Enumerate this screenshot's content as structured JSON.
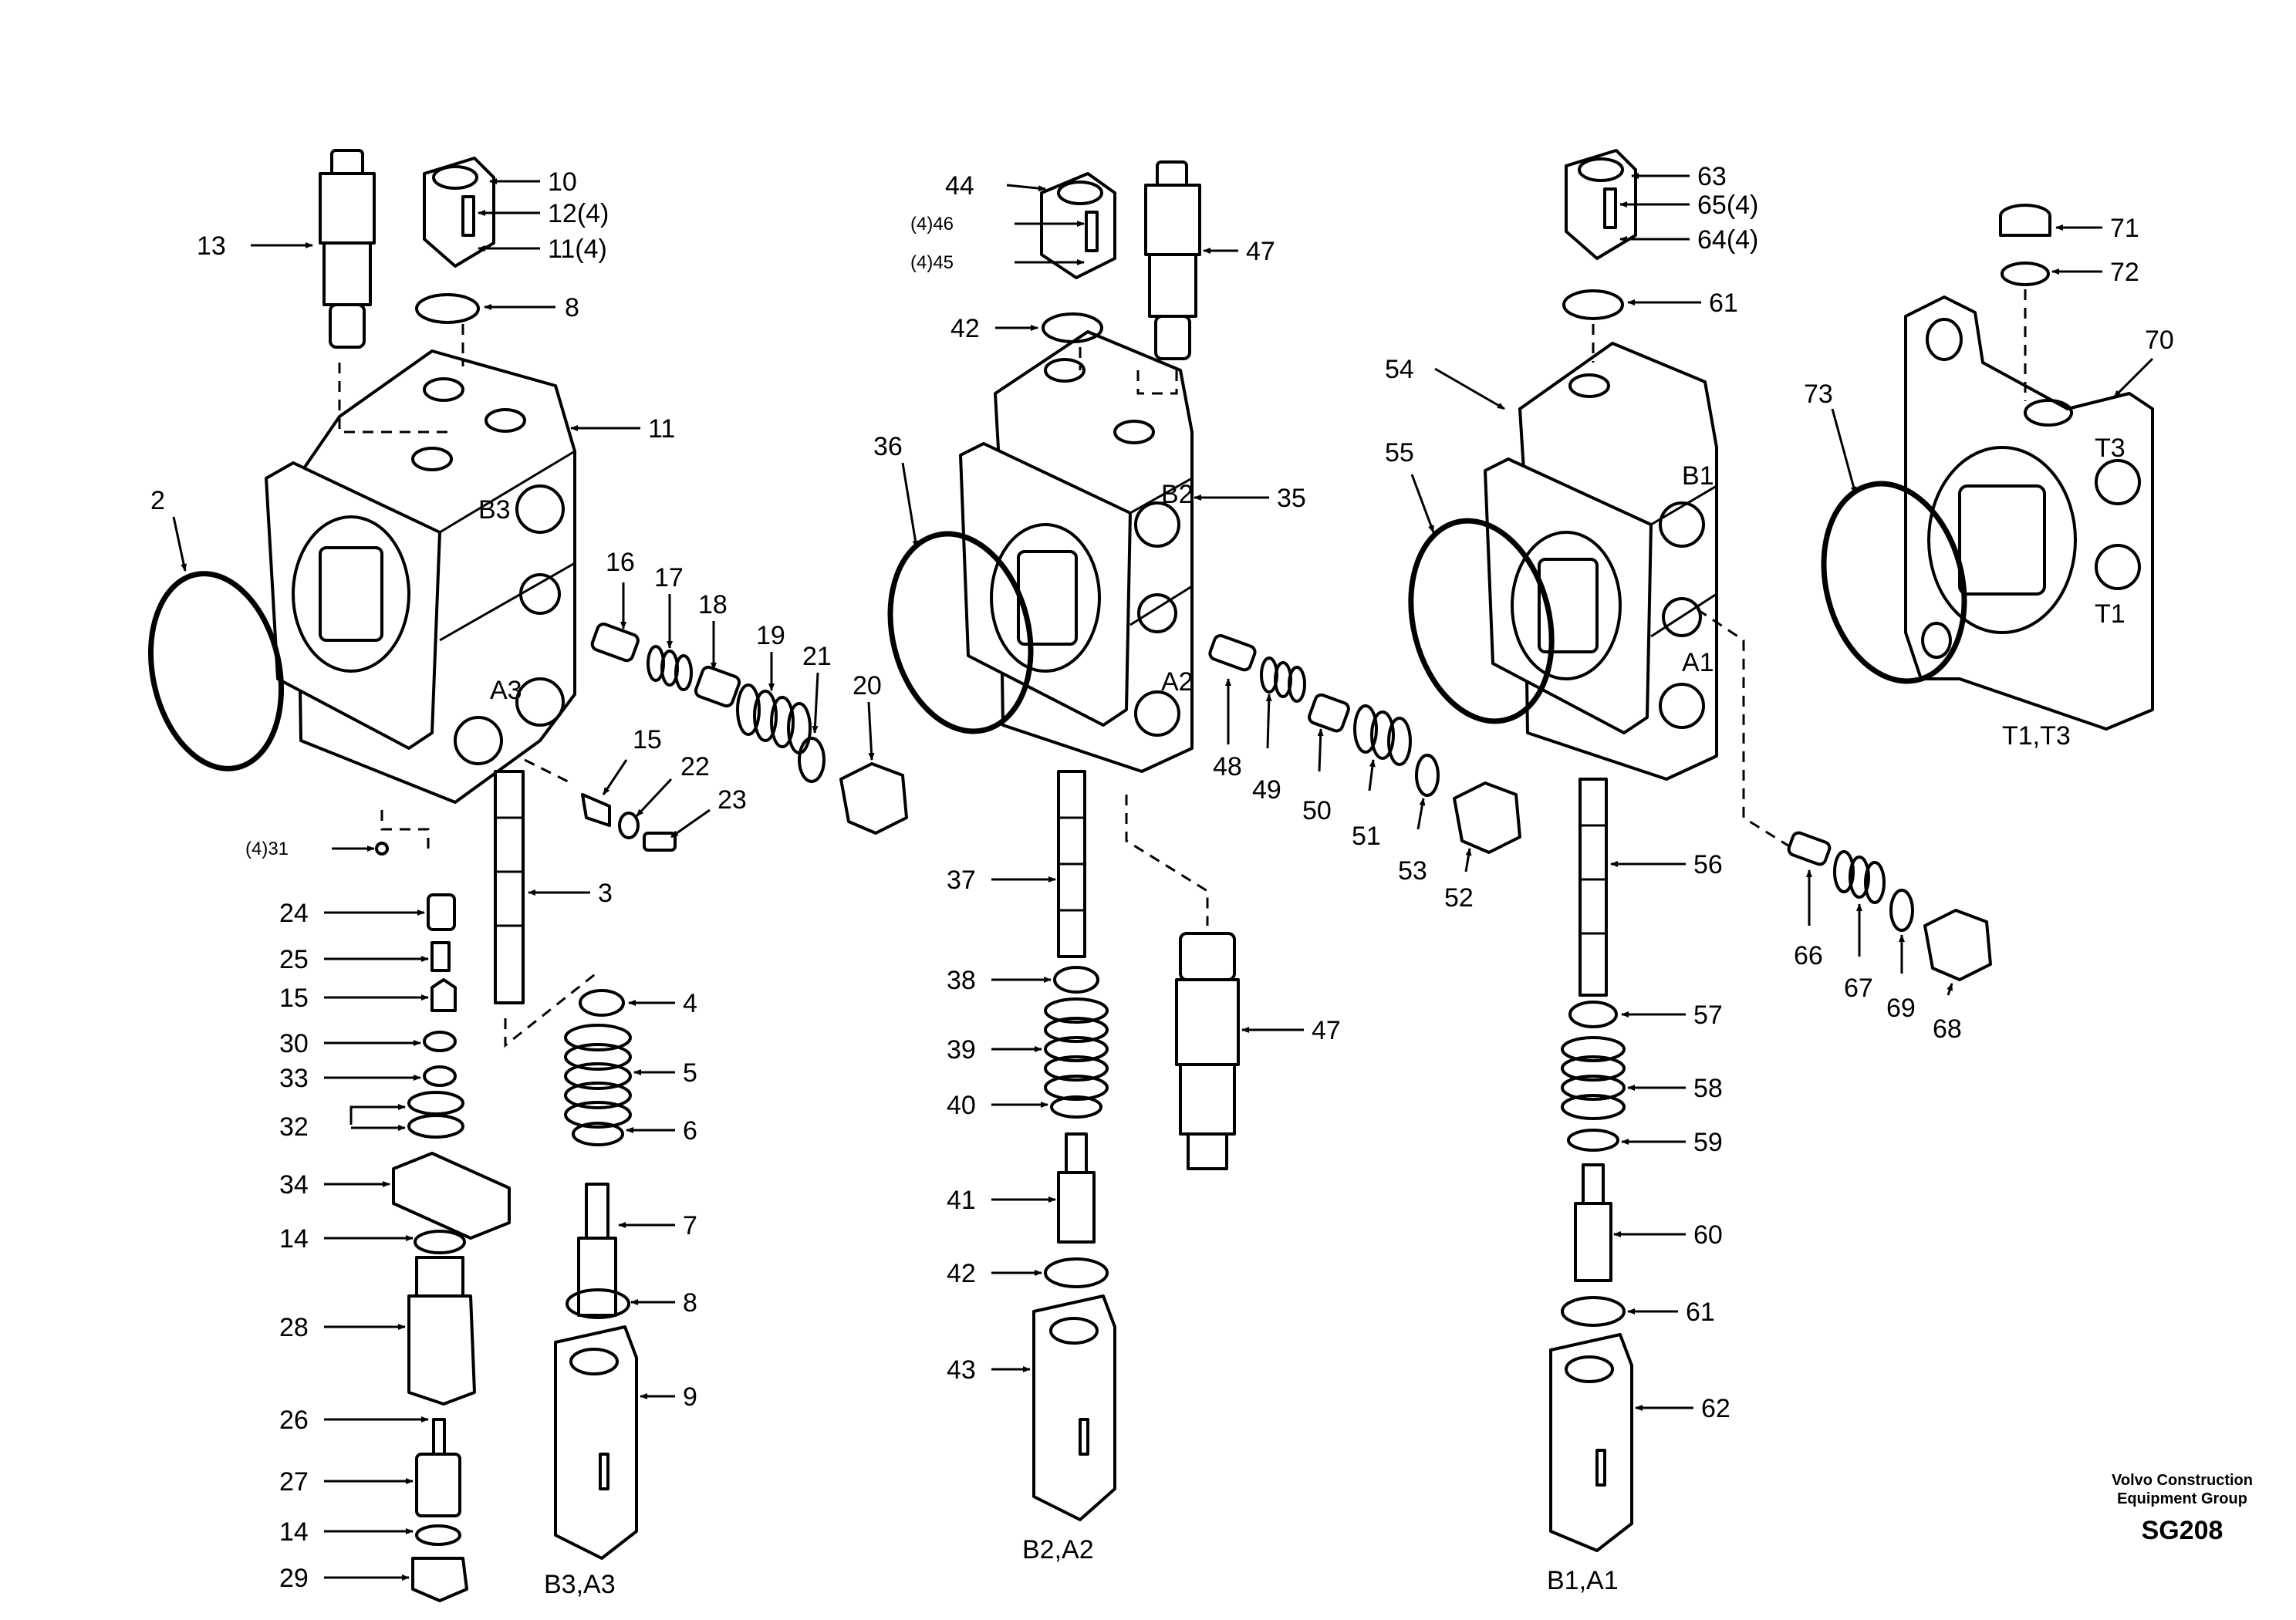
{
  "labels": {
    "p2": "2",
    "p3": "3",
    "p4": "4",
    "p5": "5",
    "p6": "6",
    "p7": "7",
    "p8a": "8",
    "p8b": "8",
    "p9": "9",
    "p10": "10",
    "p11a": "11",
    "p11b": "11(4)",
    "p12": "12(4)",
    "p13": "13",
    "p14a": "14",
    "p14b": "14",
    "p15a": "15",
    "p15b": "15",
    "p16": "16",
    "p17": "17",
    "p18": "18",
    "p19": "19",
    "p20": "20",
    "p21": "21",
    "p22": "22",
    "p23": "23",
    "p24": "24",
    "p25": "25",
    "p26": "26",
    "p27": "27",
    "p28": "28",
    "p29": "29",
    "p30": "30",
    "p31": "(4)31",
    "p32": "32",
    "p33": "33",
    "p34": "34",
    "p35": "35",
    "p36": "36",
    "p37": "37",
    "p38": "38",
    "p39": "39",
    "p40": "40",
    "p41": "41",
    "p42a": "42",
    "p42b": "42",
    "p43": "43",
    "p44": "44",
    "p45": "(4)45",
    "p46": "(4)46",
    "p47a": "47",
    "p47b": "47",
    "p48": "48",
    "p49": "49",
    "p50": "50",
    "p51": "51",
    "p52": "52",
    "p53": "53",
    "p54": "54",
    "p55": "55",
    "p56": "56",
    "p57": "57",
    "p58": "58",
    "p59": "59",
    "p60": "60",
    "p61a": "61",
    "p61b": "61",
    "p62": "62",
    "p63": "63",
    "p64": "64(4)",
    "p65": "65(4)",
    "p66": "66",
    "p67": "67",
    "p68": "68",
    "p69": "69",
    "p70": "70",
    "p71": "71",
    "p72": "72",
    "p73": "73"
  },
  "ports": {
    "b3": "B3",
    "a3": "A3",
    "b2": "B2",
    "a2": "A2",
    "b1": "B1",
    "a1": "A1",
    "t3": "T3",
    "t1": "T1"
  },
  "section_captions": {
    "left": "B3,A3",
    "middle": "B2,A2",
    "right": "B1,A1",
    "far_right": "T1,T3"
  },
  "footer": {
    "org_line1": "Volvo Construction",
    "org_line2": "Equipment Group",
    "code": "SG208"
  }
}
